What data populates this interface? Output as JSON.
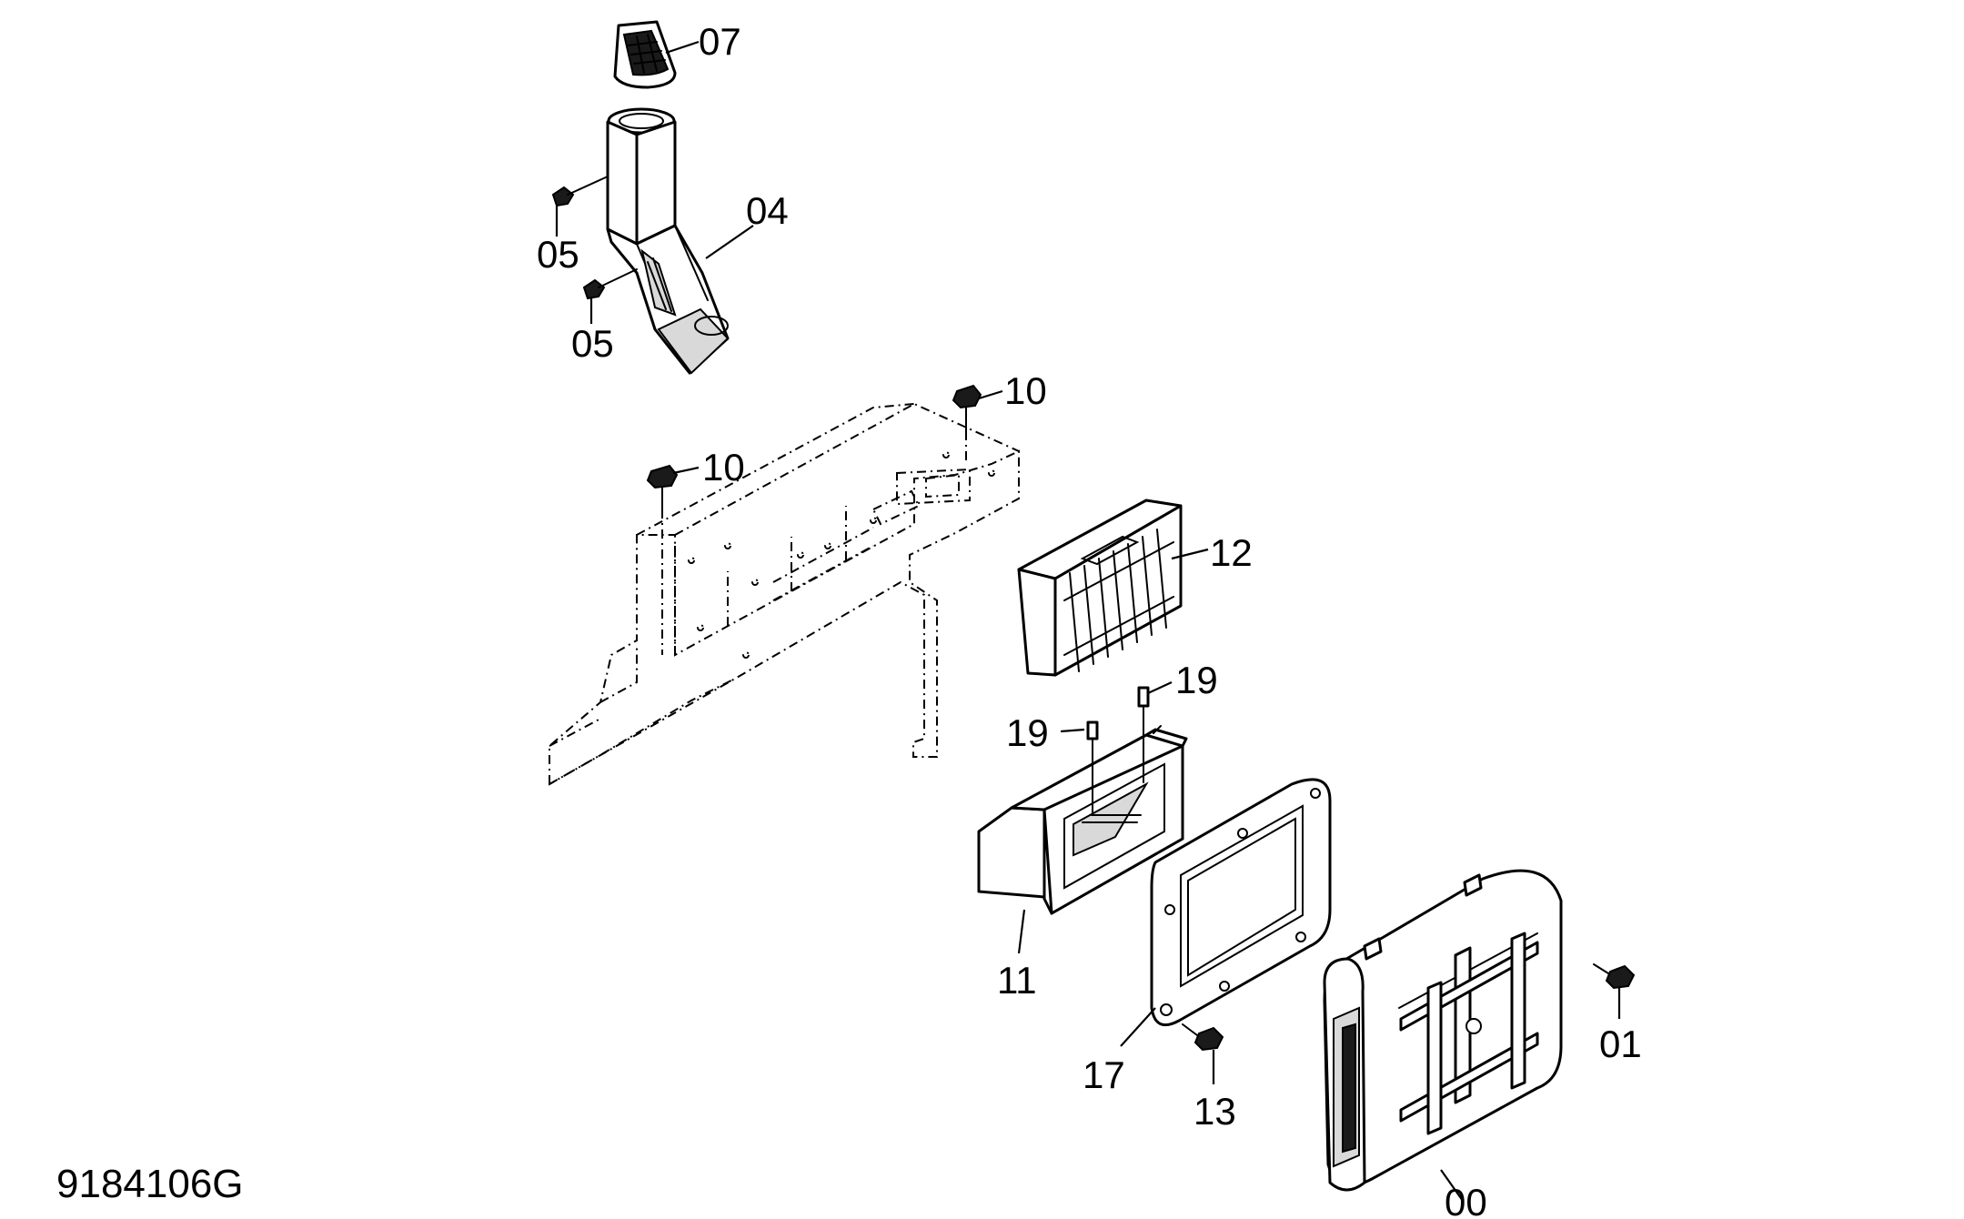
{
  "diagram": {
    "reference_code": "9184106G",
    "callouts": [
      {
        "key": "c07",
        "text": "07"
      },
      {
        "key": "c05a",
        "text": "05"
      },
      {
        "key": "c04",
        "text": "04"
      },
      {
        "key": "c05b",
        "text": "05"
      },
      {
        "key": "c10a",
        "text": "10"
      },
      {
        "key": "c10b",
        "text": "10"
      },
      {
        "key": "c12",
        "text": "12"
      },
      {
        "key": "c19a",
        "text": "19"
      },
      {
        "key": "c19b",
        "text": "19"
      },
      {
        "key": "c11",
        "text": "11"
      },
      {
        "key": "c17",
        "text": "17"
      },
      {
        "key": "c13",
        "text": "13"
      },
      {
        "key": "c01",
        "text": "01"
      },
      {
        "key": "c00",
        "text": "00"
      }
    ]
  }
}
